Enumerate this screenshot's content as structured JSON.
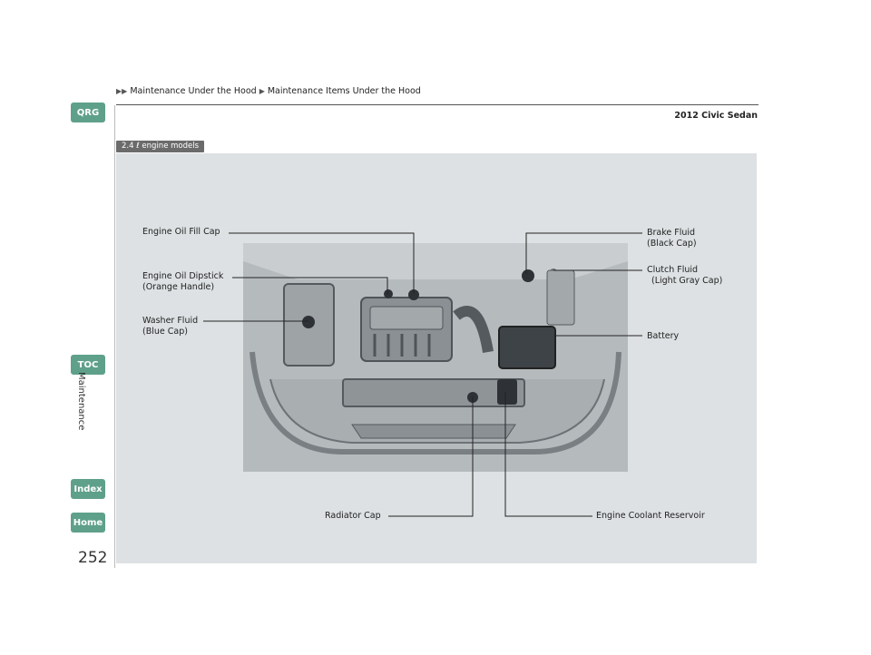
{
  "nav": {
    "qrg": "QRG",
    "toc": "TOC",
    "index": "Index",
    "home": "Home",
    "section": "Maintenance"
  },
  "breadcrumb": {
    "item1": "Maintenance Under the Hood",
    "item2": "Maintenance Items Under the Hood"
  },
  "header": {
    "model": "2012 Civic Sedan"
  },
  "page_number": "252",
  "figure": {
    "engine_tag": "2.4 ℓ engine models",
    "labels": {
      "engine_oil_fill_cap": "Engine Oil Fill Cap",
      "engine_oil_dipstick_1": "Engine Oil Dipstick",
      "engine_oil_dipstick_2": "(Orange Handle)",
      "washer_fluid_1": "Washer Fluid",
      "washer_fluid_2": "(Blue Cap)",
      "brake_fluid_1": "Brake Fluid",
      "brake_fluid_2": "(Black Cap)",
      "clutch_fluid_1": "Clutch Fluid",
      "clutch_fluid_2": "(Light Gray Cap)",
      "battery": "Battery",
      "radiator_cap": "Radiator Cap",
      "engine_coolant_reservoir": "Engine Coolant Reservoir"
    }
  },
  "colors": {
    "nav_green": "#5fa08a",
    "panel_bg": "#dde1e3",
    "tag_bg": "#6b6b6b"
  }
}
